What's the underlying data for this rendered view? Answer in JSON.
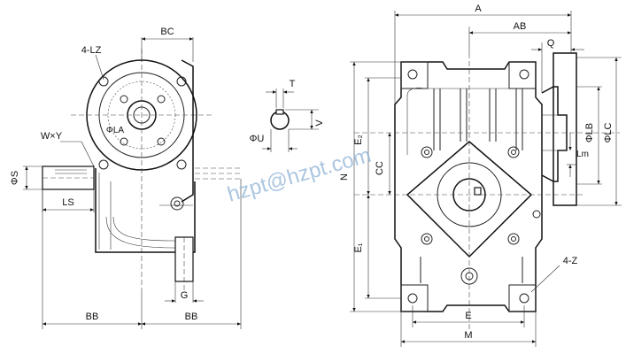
{
  "labels": {
    "bc": "BC",
    "lz": "4-LZ",
    "wy": "W×Y",
    "la": "ΦLA",
    "s": "ΦS",
    "ls": "LS",
    "g": "G",
    "bb_left": "BB",
    "bb_right": "BB",
    "t": "T",
    "v": "V",
    "u": "ΦU",
    "a": "A",
    "ab": "AB",
    "q": "Q",
    "e2": "E₂",
    "e1": "E₁",
    "n": "N",
    "cc": "CC",
    "lb": "ΦLB",
    "lc": "ΦLC",
    "lm": "Lm",
    "z": "4-Z",
    "e": "E",
    "m": "M"
  },
  "watermark": "hzpt@hzpt.com",
  "colors": {
    "line": "#222222",
    "watermark": "#8fb3d6"
  }
}
